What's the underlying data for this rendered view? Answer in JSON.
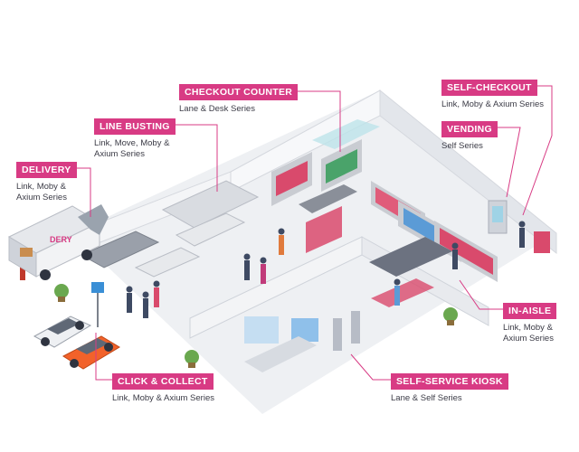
{
  "callouts": [
    {
      "key": "checkout_counter",
      "title": "CHECKOUT COUNTER",
      "lines": [
        "Lane & Desk Series"
      ]
    },
    {
      "key": "line_busting",
      "title": "LINE BUSTING",
      "lines": [
        "Link, Move, Moby &",
        "Axium Series"
      ]
    },
    {
      "key": "delivery",
      "title": "DELIVERY",
      "lines": [
        "Link, Moby &",
        "Axium Series"
      ]
    },
    {
      "key": "self_checkout",
      "title": "SELF-CHECKOUT",
      "lines": [
        "Link, Moby & Axium Series"
      ]
    },
    {
      "key": "vending",
      "title": "VENDING",
      "lines": [
        "Self Series"
      ]
    },
    {
      "key": "in_aisle",
      "title": "IN-AISLE",
      "lines": [
        "Link, Moby &",
        "Axium Series"
      ]
    },
    {
      "key": "click_collect",
      "title": "CLICK & COLLECT",
      "lines": [
        "Link, Moby & Axium Series"
      ]
    },
    {
      "key": "self_service_kiosk",
      "title": "SELF-SERVICE KIOSK",
      "lines": [
        "Lane & Self Series"
      ]
    }
  ],
  "truck_logo": "DERY",
  "colors": {
    "accent": "#d83b84",
    "text": "#3b3b46"
  }
}
